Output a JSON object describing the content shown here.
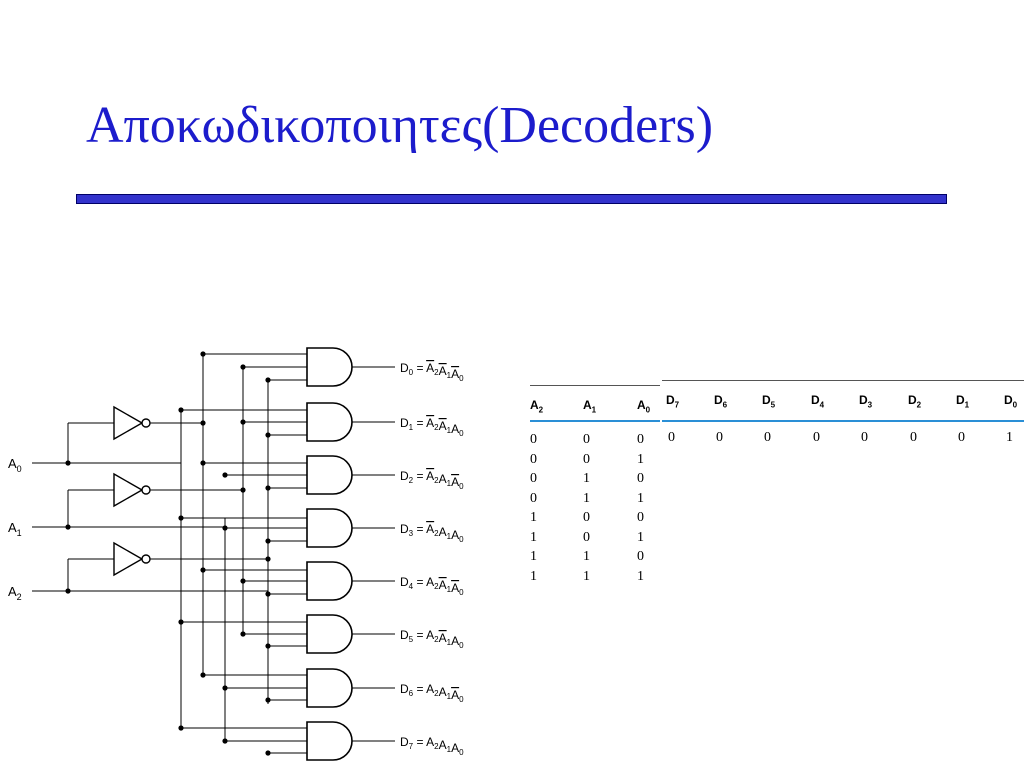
{
  "slide": {
    "title": "Αποκωδικοποιητες(Decoders)"
  },
  "inputs": [
    {
      "name": "A",
      "sub": "0"
    },
    {
      "name": "A",
      "sub": "1"
    },
    {
      "name": "A",
      "sub": "2"
    }
  ],
  "outputs": [
    {
      "name": "D0",
      "terms": [
        [
          "A",
          "2",
          true
        ],
        [
          "A",
          "1",
          true
        ],
        [
          "A",
          "0",
          true
        ]
      ]
    },
    {
      "name": "D1",
      "terms": [
        [
          "A",
          "2",
          true
        ],
        [
          "A",
          "1",
          true
        ],
        [
          "A",
          "0",
          false
        ]
      ]
    },
    {
      "name": "D2",
      "terms": [
        [
          "A",
          "2",
          true
        ],
        [
          "A",
          "1",
          false
        ],
        [
          "A",
          "0",
          true
        ]
      ]
    },
    {
      "name": "D3",
      "terms": [
        [
          "A",
          "2",
          true
        ],
        [
          "A",
          "1",
          false
        ],
        [
          "A",
          "0",
          false
        ]
      ]
    },
    {
      "name": "D4",
      "terms": [
        [
          "A",
          "2",
          false
        ],
        [
          "A",
          "1",
          true
        ],
        [
          "A",
          "0",
          true
        ]
      ]
    },
    {
      "name": "D5",
      "terms": [
        [
          "A",
          "2",
          false
        ],
        [
          "A",
          "1",
          true
        ],
        [
          "A",
          "0",
          false
        ]
      ]
    },
    {
      "name": "D6",
      "terms": [
        [
          "A",
          "2",
          false
        ],
        [
          "A",
          "1",
          false
        ],
        [
          "A",
          "0",
          true
        ]
      ]
    },
    {
      "name": "D7",
      "terms": [
        [
          "A",
          "2",
          false
        ],
        [
          "A",
          "1",
          false
        ],
        [
          "A",
          "0",
          false
        ]
      ]
    }
  ],
  "truth_table": {
    "input_headers": [
      "A2",
      "A1",
      "A0"
    ],
    "output_headers": [
      "D7",
      "D6",
      "D5",
      "D4",
      "D3",
      "D2",
      "D1",
      "D0"
    ],
    "input_rows": [
      [
        "0",
        "0",
        "0"
      ],
      [
        "0",
        "0",
        "1"
      ],
      [
        "0",
        "1",
        "0"
      ],
      [
        "0",
        "1",
        "1"
      ],
      [
        "1",
        "0",
        "0"
      ],
      [
        "1",
        "0",
        "1"
      ],
      [
        "1",
        "1",
        "0"
      ],
      [
        "1",
        "1",
        "1"
      ]
    ],
    "output_rows": [
      [
        "0",
        "0",
        "0",
        "0",
        "0",
        "0",
        "0",
        "1"
      ]
    ]
  }
}
